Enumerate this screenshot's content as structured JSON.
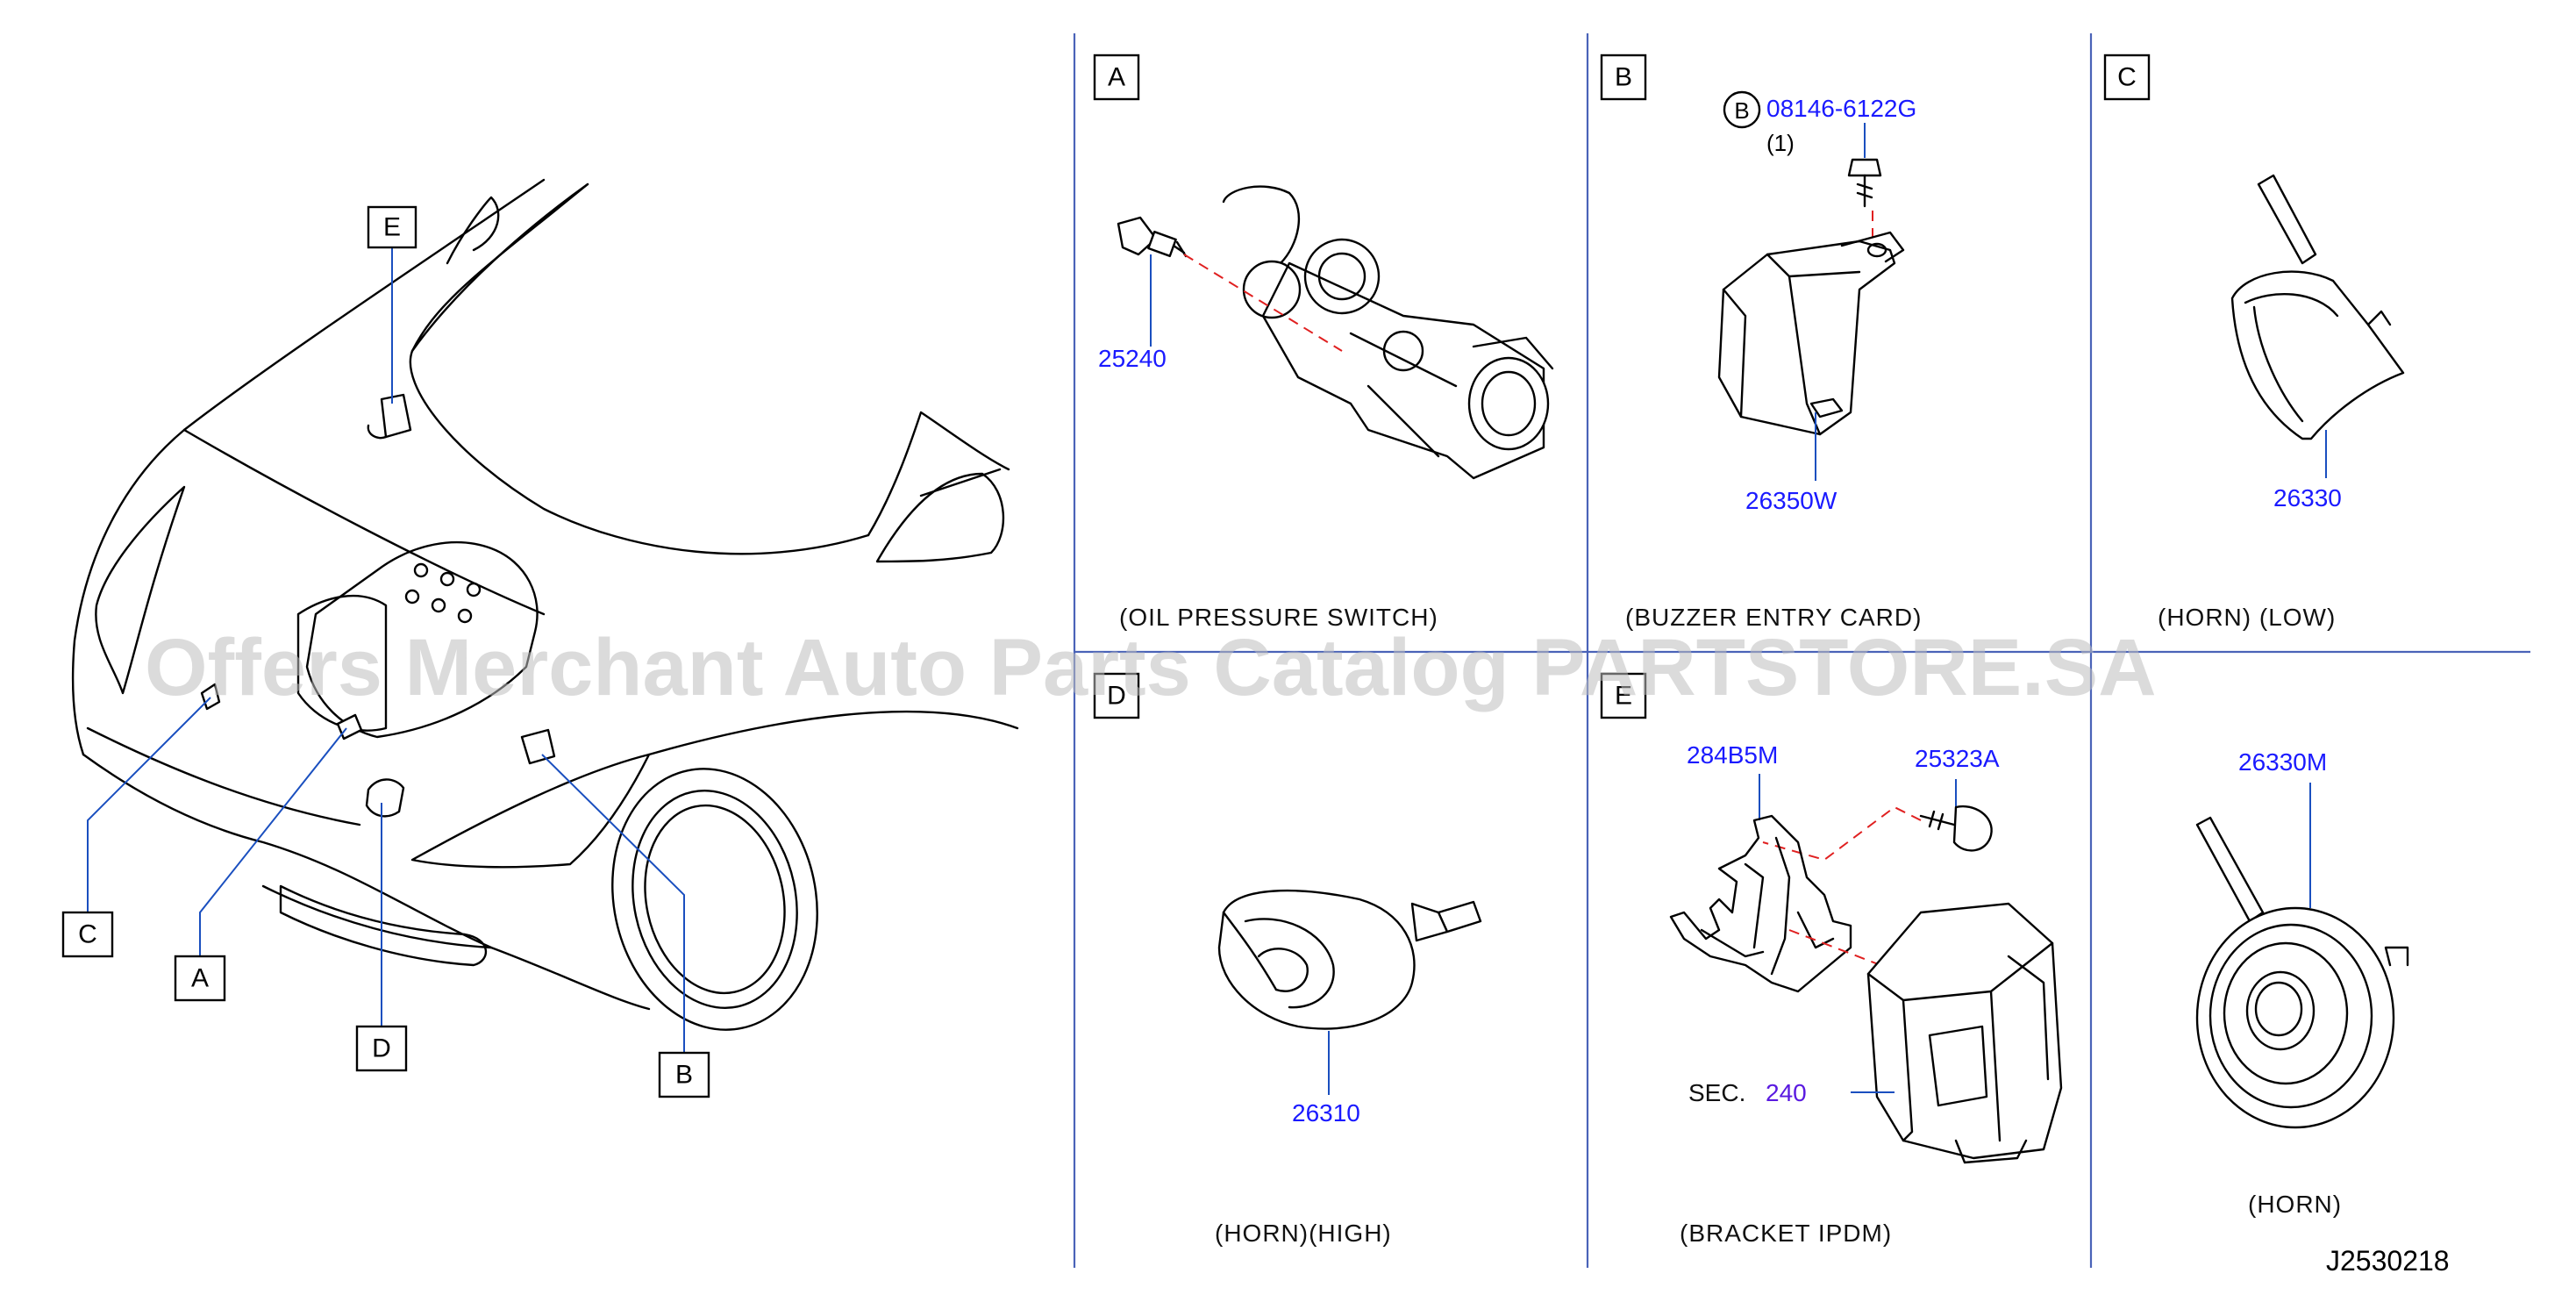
{
  "diagram_code": "J2530218",
  "watermark": "Offers Merchant Auto Parts Catalog PARTSTORE.SA",
  "overview": {
    "callouts": [
      "A",
      "B",
      "C",
      "D",
      "E"
    ]
  },
  "panels": {
    "A": {
      "letter": "A",
      "caption": "(OIL  PRESSURE  SWITCH)",
      "parts": [
        "25240"
      ]
    },
    "B": {
      "letter": "B",
      "caption": "(BUZZER  ENTRY  CARD)",
      "parts": [
        "26350W"
      ],
      "bolt": {
        "circle_letter": "B",
        "part": "08146-6122G",
        "qty": "(1)"
      }
    },
    "C": {
      "letter": "C",
      "caption": "(HORN)  (LOW)",
      "parts": [
        "26330"
      ]
    },
    "D": {
      "letter": "D",
      "caption": "(HORN)(HIGH)",
      "parts": [
        "26310"
      ]
    },
    "E": {
      "letter": "E",
      "caption": "(BRACKET  IPDM)",
      "parts": [
        "284B5M",
        "25323A"
      ],
      "sec": {
        "label": "SEC.",
        "number": "240"
      }
    },
    "F": {
      "caption": "(HORN)",
      "parts": [
        "26330M"
      ]
    }
  },
  "colors": {
    "part_number": "#1a1aff",
    "leader": "#1a4fbf",
    "divider": "#4a63b8",
    "dash": "#e02020",
    "section_ref": "#5a1ae0"
  }
}
